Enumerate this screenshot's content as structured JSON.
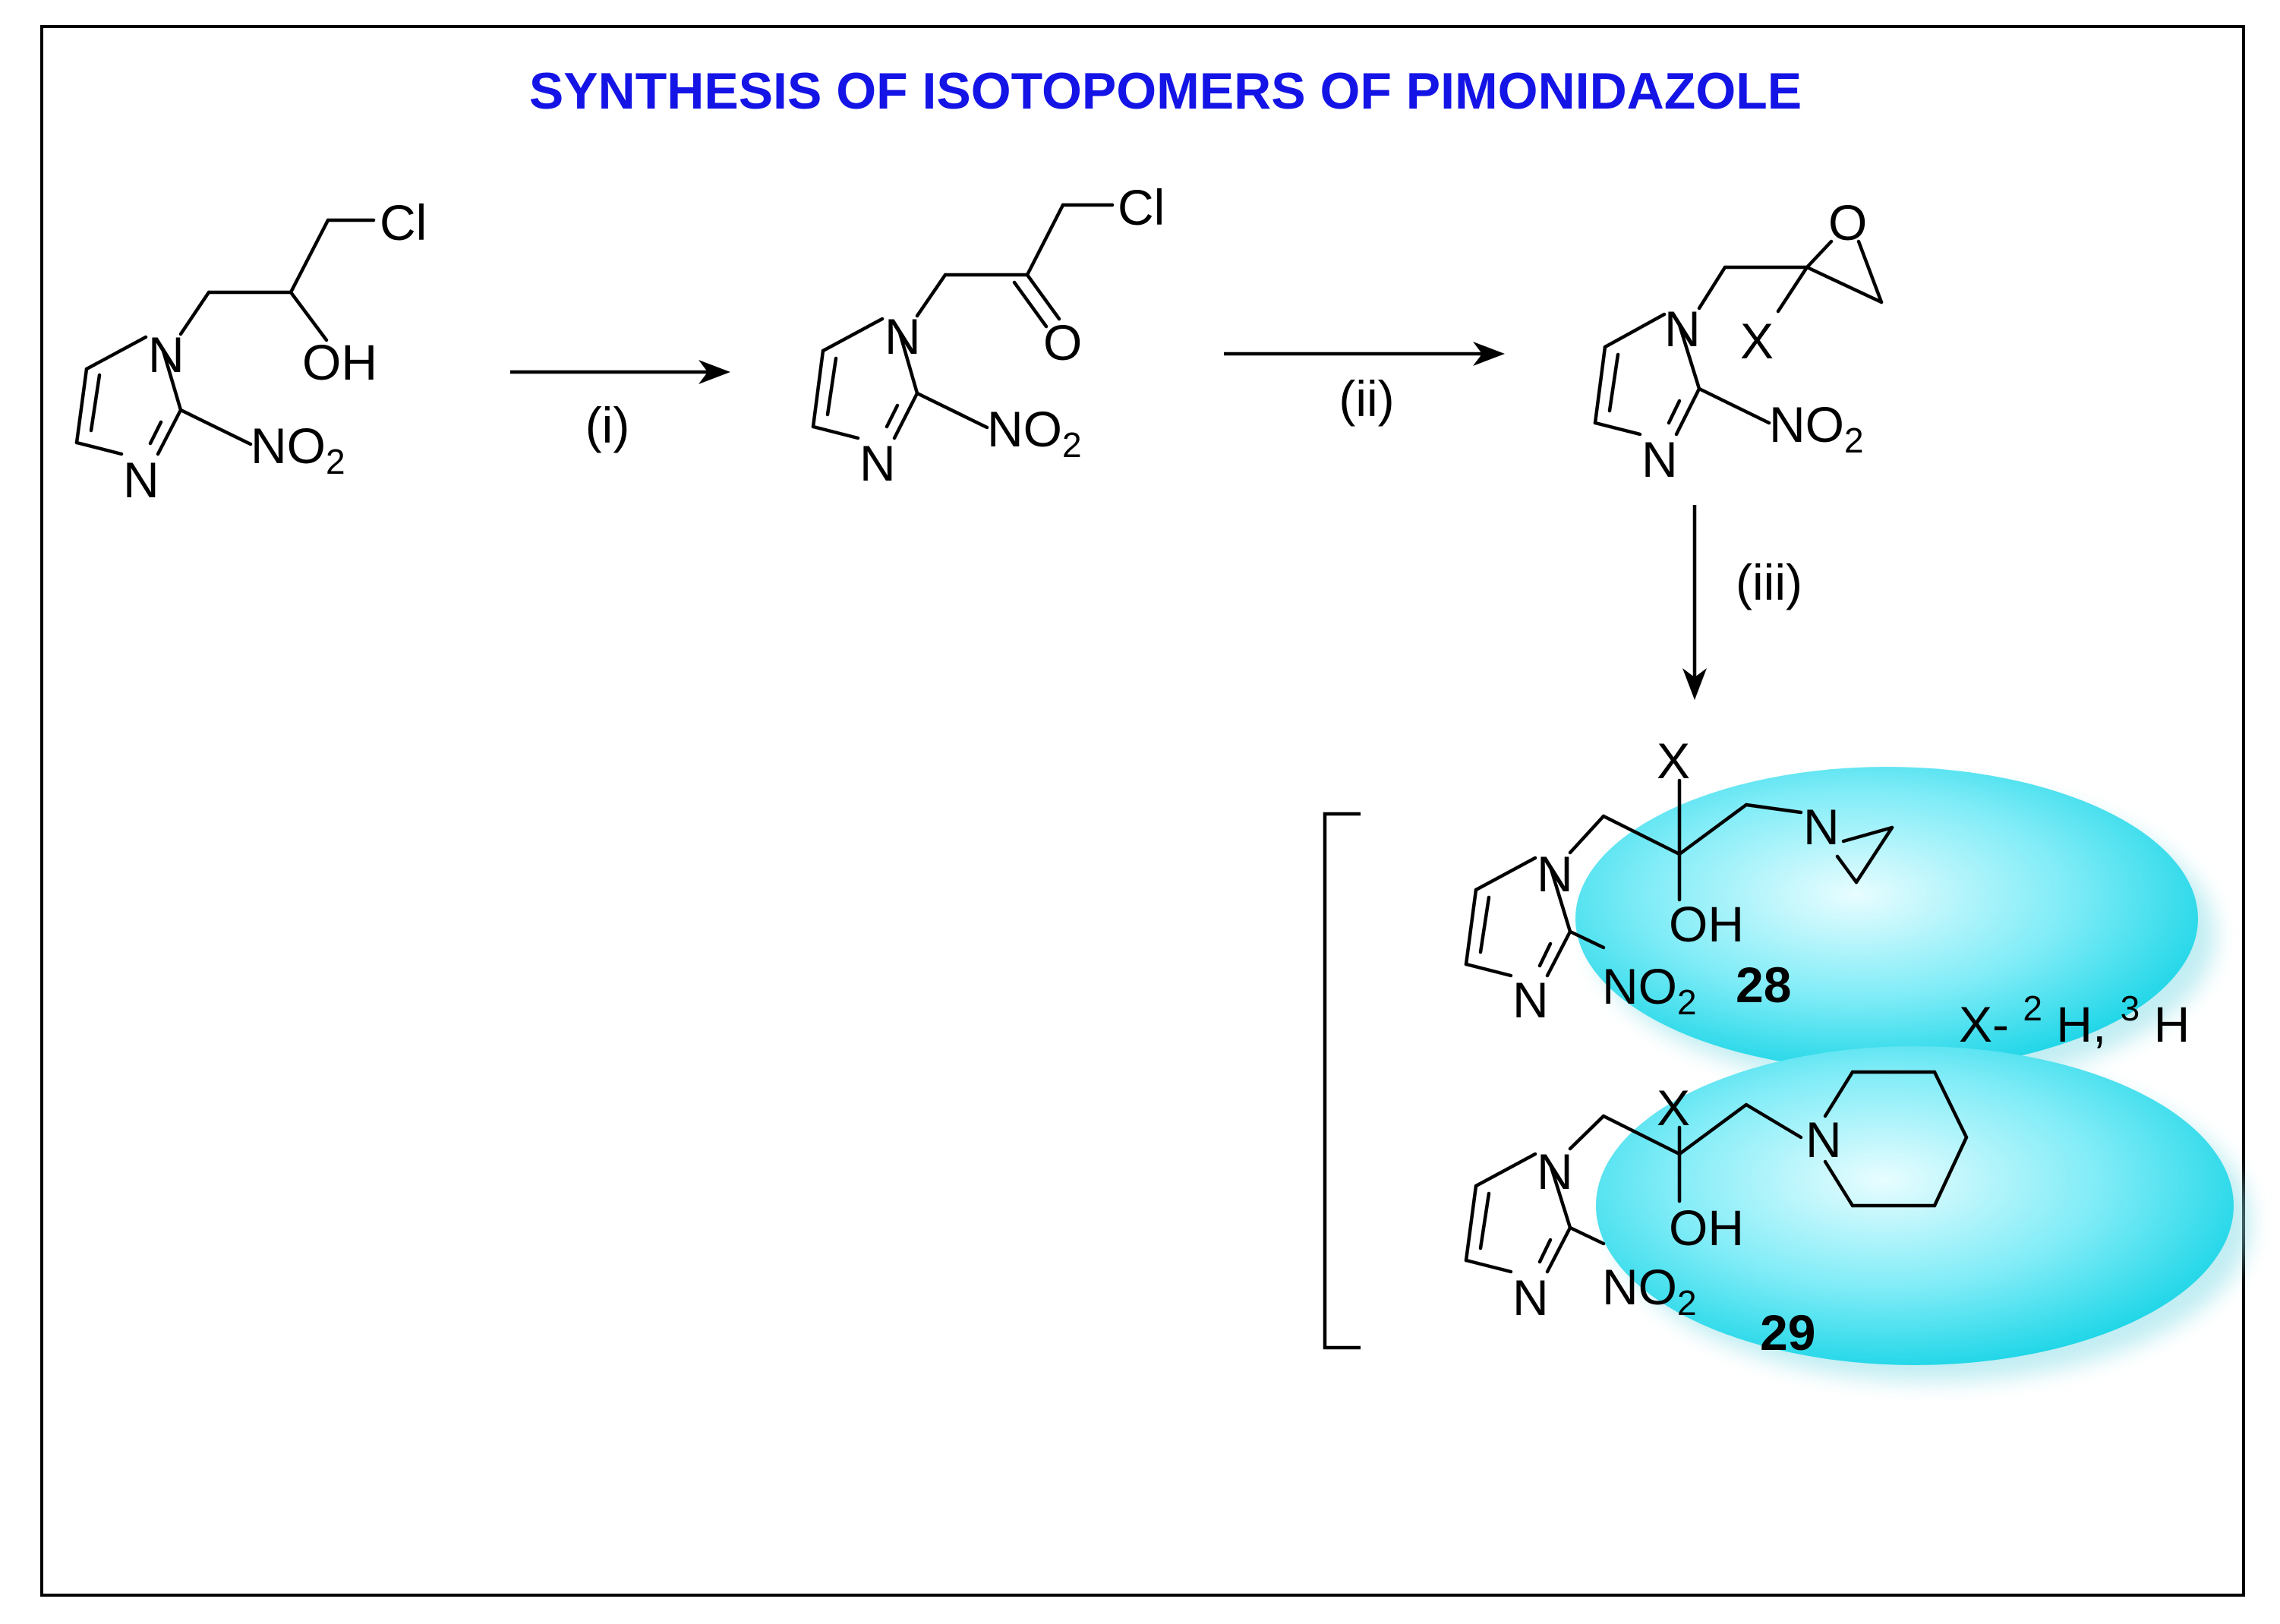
{
  "title": "SYNTHESIS OF ISOTOPOMERS OF PIMONIDAZOLE",
  "atoms": {
    "N": "N",
    "NO": "NO",
    "two": "2",
    "Cl": "Cl",
    "OH": "OH",
    "O": "O",
    "X": "X",
    "H": "H"
  },
  "steps": [
    "(i)",
    "(ii)",
    "(iii)"
  ],
  "compounds": {
    "c28": "28",
    "c29": "29"
  },
  "substituent": {
    "prefix": "X-",
    "iso1_mass": "2",
    "iso1_rest": "H,",
    "iso2_mass": "3",
    "iso2_rest": "H"
  },
  "colors": {
    "title": "#1414e6",
    "highlight": "#1fd9ea",
    "highlight_center": "#dffbff",
    "frame": "#000000"
  }
}
